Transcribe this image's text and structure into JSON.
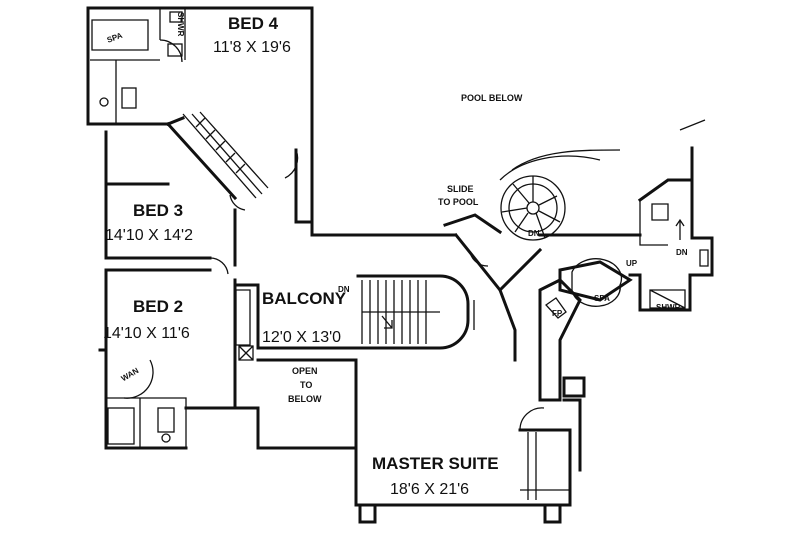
{
  "rooms": {
    "bed4": {
      "name": "BED 4",
      "dim": "11'8 X 19'6"
    },
    "bed3": {
      "name": "BED 3",
      "dim": "14'10 X 14'2"
    },
    "bed2": {
      "name": "BED 2",
      "dim": "14'10 X 11'6"
    },
    "balcony": {
      "name": "BALCONY",
      "dim": "12'0 X 13'0"
    },
    "master": {
      "name": "MASTER SUITE",
      "dim": "18'6 X 21'6"
    }
  },
  "notes": {
    "pool_below": "POOL BELOW",
    "slide_line1": "SLIDE",
    "slide_line2": "TO POOL",
    "open_line1": "OPEN",
    "open_line2": "TO",
    "open_line3": "BELOW"
  },
  "fixtures": {
    "spa_top": "SPA",
    "shwr_top": "SHWR",
    "wan": "WAN",
    "fp": "FP",
    "spa_master": "SPA",
    "shwr_master": "SHWR"
  },
  "stairs": {
    "dn_balcony": "DN",
    "dn_spiral": "DN",
    "up": "UP",
    "dn_right": "DN"
  }
}
